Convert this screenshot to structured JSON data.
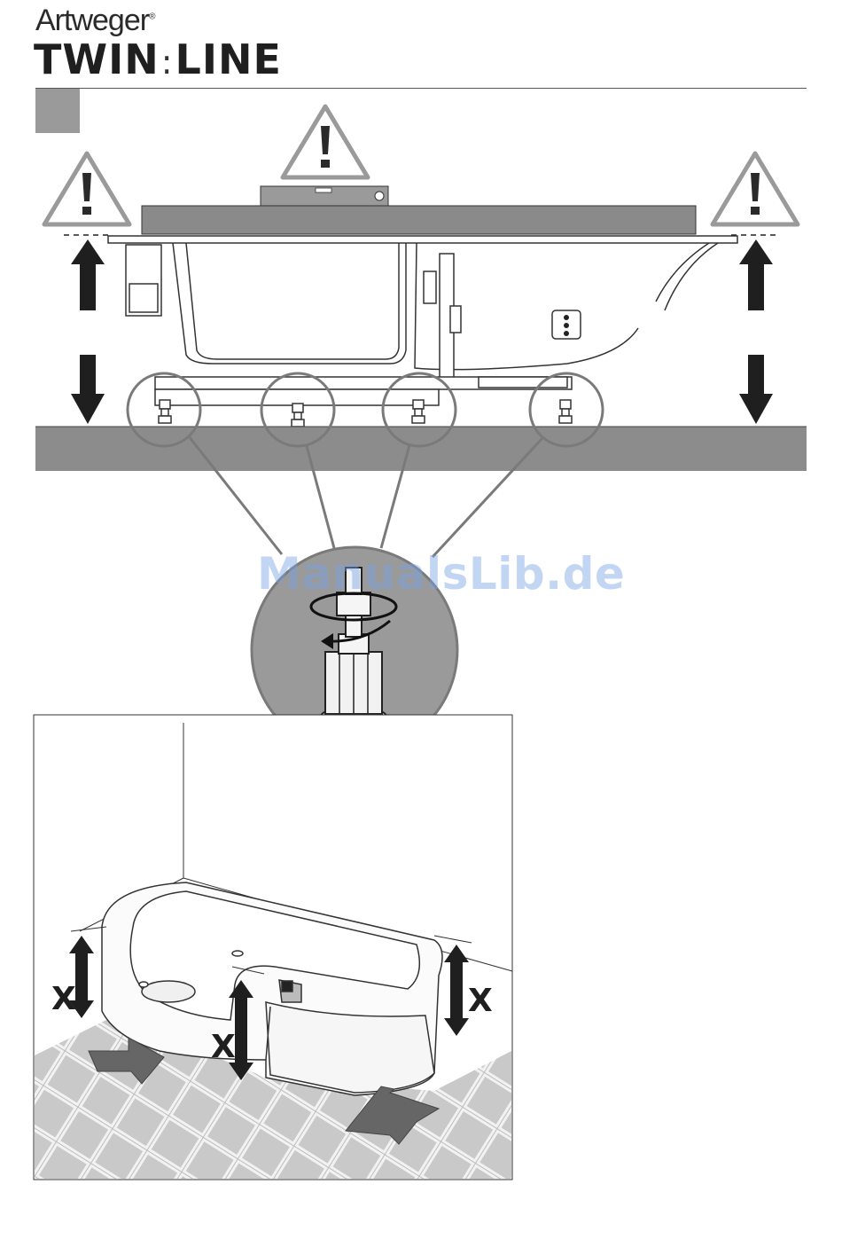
{
  "header": {
    "brand": "Artweger",
    "brand_mark": "®",
    "product_left": "TWIN",
    "product_colon": ":",
    "product_right": "LINE"
  },
  "warning_icon": "warning-triangle-icon",
  "warning_symbol": "!",
  "dimension_label": "X",
  "watermark": "ManualsLib.de",
  "colors": {
    "gray_bar": "#8a8a8a",
    "floor": "#8c8c8c",
    "warning_stroke": "#9a9a9a",
    "arrow": "#1f1f1f",
    "watermark": "#78a5e6"
  }
}
